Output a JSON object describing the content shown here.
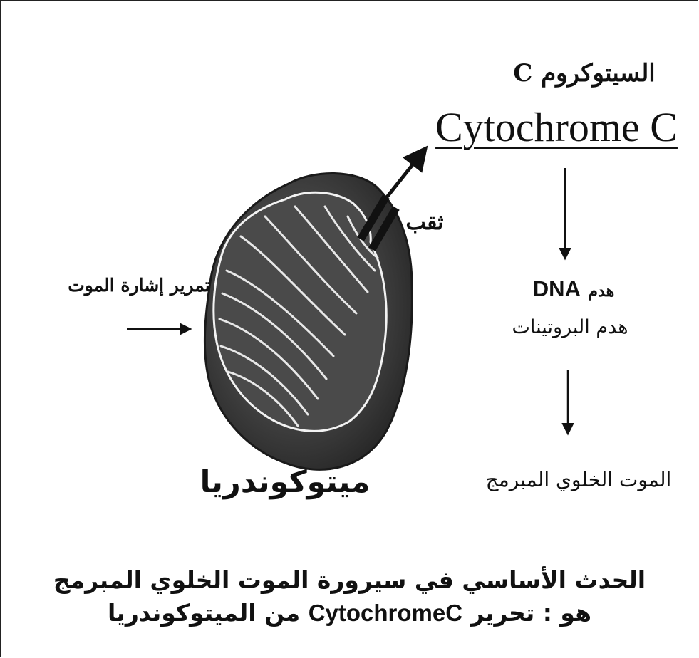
{
  "labels": {
    "cytochrome_ar": "السيتوكروم C",
    "cytochrome_en": "Cytochrome C",
    "hole": "ثقب",
    "death_signal": "تمرير إشارة الموت",
    "dna_prefix": "هدم",
    "dna_latin": "DNA",
    "protein_breakdown": "هدم البروتينات",
    "programmed_death": "الموت الخلوي المبرمج",
    "mitochondria": "ميتوكوندريا"
  },
  "summary": {
    "line1": "الحدث الأساسي في سيرورة الموت الخلوي المبرمج",
    "line2_start": "هو :  تحرير",
    "line2_latin": "CytochromeC",
    "line2_end": "من الميتوكوندريا"
  },
  "colors": {
    "ink": "#111111",
    "mito_fill": "#3a3a3a",
    "mito_inner": "#555555",
    "cristae": "#e8e8e8"
  }
}
